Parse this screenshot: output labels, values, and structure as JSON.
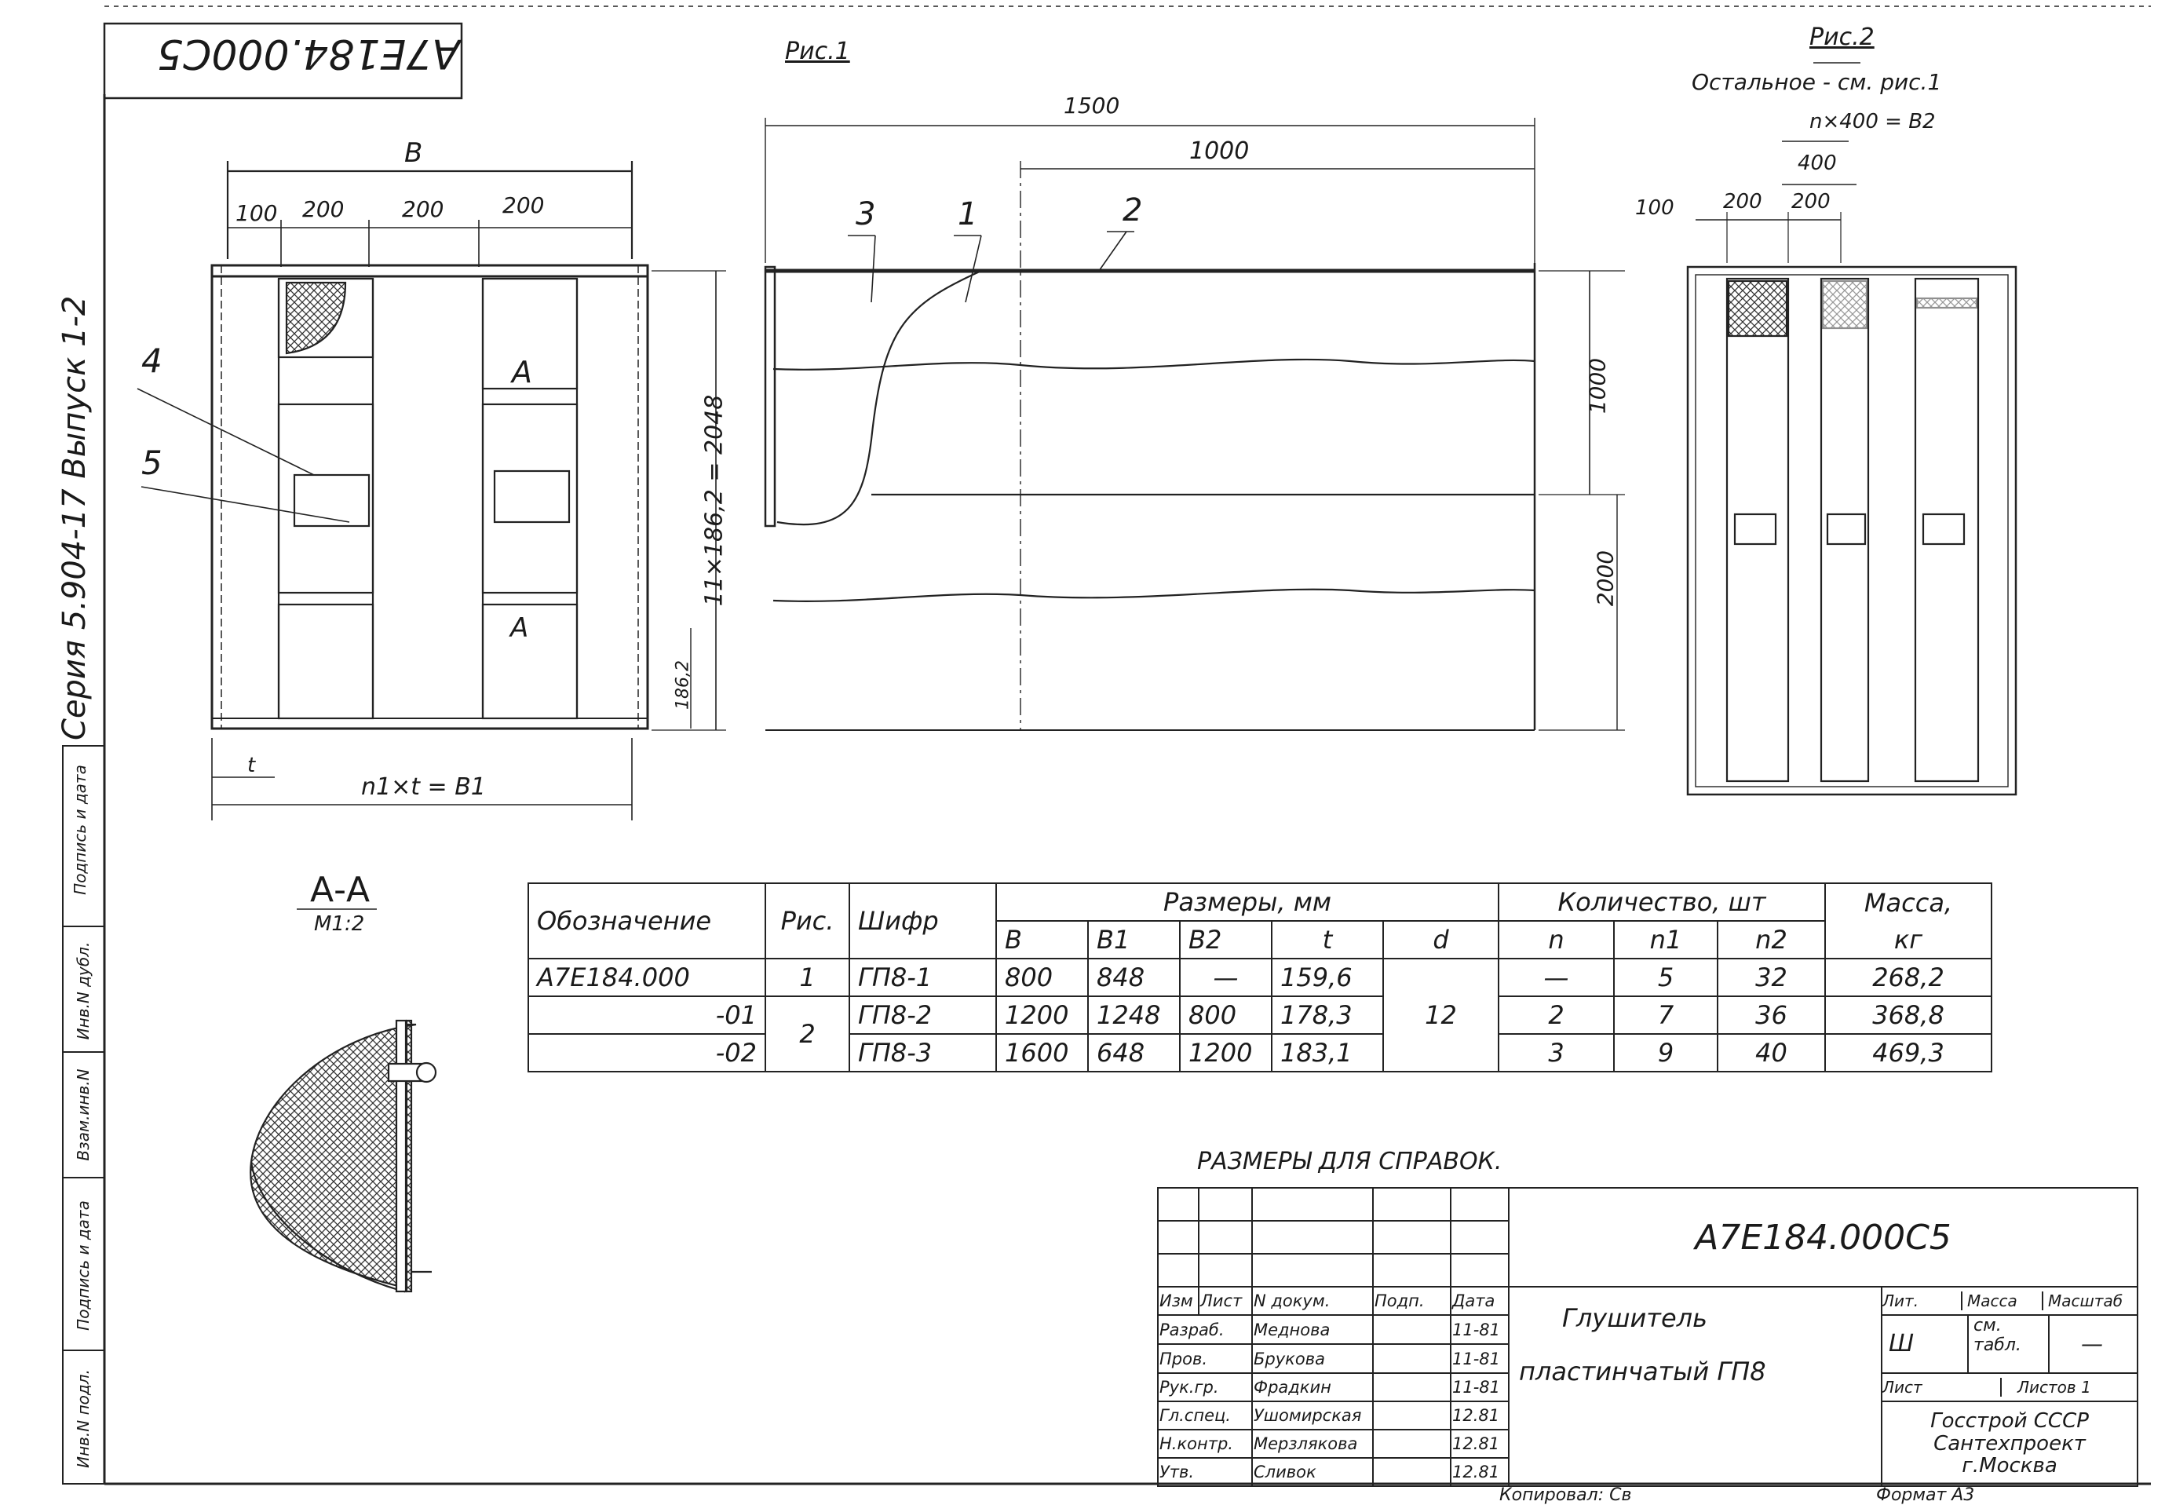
{
  "sheet": {
    "stamp_code": "А7Е184.000С5",
    "series_text": "Серия 5.904-17  Выпуск 1-2",
    "fig1_label": "Рис.1",
    "fig2_label": "Рис.2",
    "fig2_note": "Остальное - см. рис.1",
    "section_label": "А-А",
    "section_scale": "М1:2",
    "ref_note": "РАЗМЕРЫ ДЛЯ СПРАВОК.",
    "copied_by": "Копировал: Св",
    "format": "Формат А3"
  },
  "side_margin": {
    "labels": [
      "Подпись и дата",
      "Инв.N дубл.",
      "Взам.инв.N",
      "Подпись и дата",
      "Инв.N подл."
    ]
  },
  "view_front": {
    "dim_B": "В",
    "dims_top": [
      "100",
      "200",
      "200",
      "200"
    ],
    "dim_bottom": "n1×t = В1",
    "dim_t": "t",
    "dim_height": "11×186,2 = 2048",
    "dim_right_small": "186,2",
    "callouts": [
      "4",
      "5"
    ],
    "section_marks": [
      "А",
      "А"
    ]
  },
  "view_side": {
    "dim_total": "1500",
    "dim_1000": "1000",
    "callouts": [
      "3",
      "1",
      "2"
    ],
    "dim_v1": "1000",
    "dim_v2": "2000"
  },
  "view_fig2": {
    "dim_formula": "n×400 = В2",
    "dim_400": "400",
    "dims": [
      "100",
      "200",
      "200"
    ]
  },
  "spec_table": {
    "headers": {
      "designation": "Обозначение",
      "fig": "Рис.",
      "code": "Шифр",
      "sizes": "Размеры, мм",
      "qty": "Количество, шт",
      "mass": "Масса,",
      "mass_unit": "кг",
      "size_cols": [
        "В",
        "В1",
        "В2",
        "t",
        "d"
      ],
      "qty_cols": [
        "n",
        "n1",
        "n2"
      ]
    },
    "rows": [
      {
        "designation": "А7Е184.000",
        "fig": "1",
        "code": "ГП8-1",
        "B": "800",
        "B1": "848",
        "B2": "—",
        "t": "159,6",
        "n": "—",
        "n1": "5",
        "n2": "32",
        "mass": "268,2"
      },
      {
        "designation": "-01",
        "fig": "",
        "code": "ГП8-2",
        "B": "1200",
        "B1": "1248",
        "B2": "800",
        "t": "178,3",
        "n": "2",
        "n1": "7",
        "n2": "36",
        "mass": "368,8"
      },
      {
        "designation": "-02",
        "fig": "",
        "code": "ГП8-3",
        "B": "1600",
        "B1": "648",
        "B2": "1200",
        "t": "183,1",
        "n": "3",
        "n1": "9",
        "n2": "40",
        "mass": "469,3"
      }
    ],
    "fig_merged": "2",
    "d_merged": "12"
  },
  "title_block": {
    "doc_code": "А7Е184.000С5",
    "title_line1": "Глушитель",
    "title_line2": "пластинчатый  ГП8",
    "col_headers": [
      "Изм",
      "Лист",
      "N докум.",
      "Подп.",
      "Дата"
    ],
    "roles": [
      {
        "role": "Разраб.",
        "name": "Меднова",
        "date": "11-81"
      },
      {
        "role": "Пров.",
        "name": "Брукова",
        "date": "11-81"
      },
      {
        "role": "Рук.гр.",
        "name": "Фрадкин",
        "date": "11-81"
      },
      {
        "role": "Гл.спец.",
        "name": "Ушомирская",
        "date": "12.81"
      },
      {
        "role": "Н.контр.",
        "name": "Мерзлякова",
        "date": "12.81"
      },
      {
        "role": "Утв.",
        "name": "Сливок",
        "date": "12.81"
      }
    ],
    "lit_label": "Лит.",
    "mass_label": "Масса",
    "scale_label": "Масштаб",
    "lit_value": "Ш",
    "mass_value": "см. табл.",
    "scale_value": "—",
    "sheet_label": "Лист",
    "sheets_label": "Листов 1",
    "org_lines": [
      "Госстрой СССР",
      "Сантехпроект",
      "г.Москва"
    ]
  }
}
